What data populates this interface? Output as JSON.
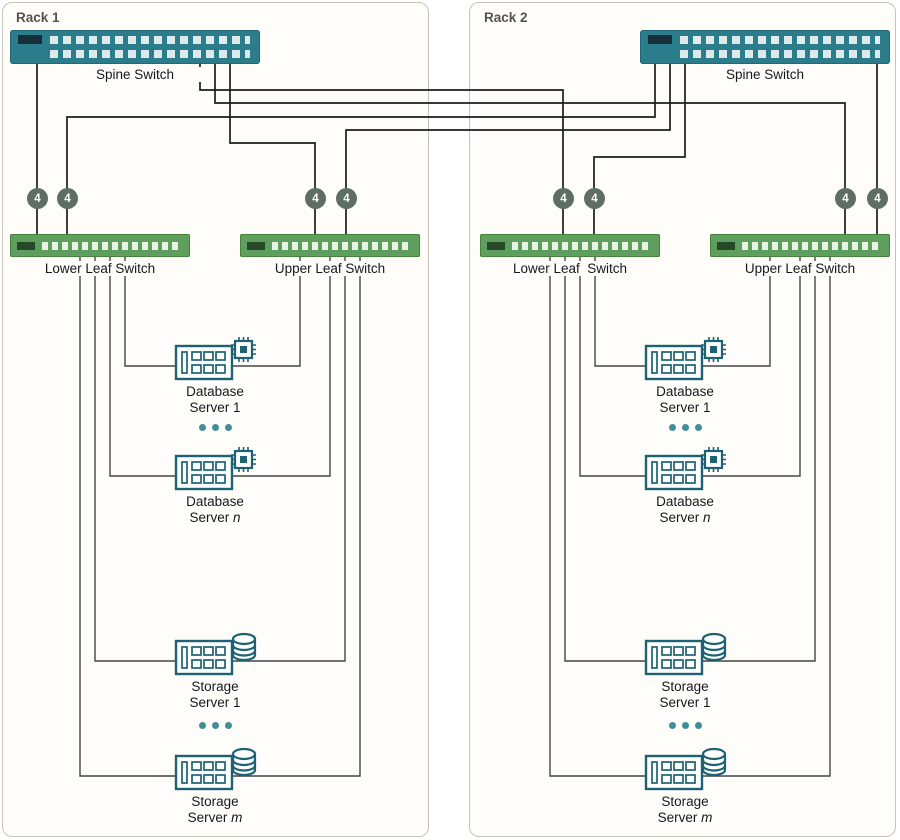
{
  "diagram": {
    "racks": [
      {
        "label": "Rack 1",
        "spine": {
          "label": "Spine Switch"
        },
        "lower_leaf": {
          "label": "Lower Leaf Switch"
        },
        "upper_leaf": {
          "label": "Upper Leaf Switch"
        },
        "servers": [
          {
            "line1": "Database",
            "line2": "Server",
            "index": "1"
          },
          {
            "line1": "Database",
            "line2": "Server",
            "index": "n"
          },
          {
            "line1": "Storage",
            "line2": "Server",
            "index": "1"
          },
          {
            "line1": "Storage",
            "line2": "Server",
            "index": "m"
          }
        ]
      },
      {
        "label": "Rack 2",
        "spine": {
          "label": "Spine Switch"
        },
        "lower_leaf": {
          "label": "Lower Leaf  Switch"
        },
        "upper_leaf": {
          "label": "Upper Leaf Switch"
        },
        "servers": [
          {
            "line1": "Database",
            "line2": "Server",
            "index": "1"
          },
          {
            "line1": "Database",
            "line2": "Server",
            "index": "n"
          },
          {
            "line1": "Storage",
            "line2": "Server",
            "index": "1"
          },
          {
            "line1": "Storage",
            "line2": "Server",
            "index": "m"
          }
        ]
      }
    ],
    "link_badges": [
      {
        "value": "4"
      },
      {
        "value": "4"
      },
      {
        "value": "4"
      },
      {
        "value": "4"
      },
      {
        "value": "4"
      },
      {
        "value": "4"
      },
      {
        "value": "4"
      },
      {
        "value": "4"
      }
    ],
    "colors": {
      "spine_fill": "#2c7d8c",
      "leaf_fill": "#5f9f5d",
      "badge_fill": "#5e6e62",
      "server_outline": "#1d6273",
      "wire": "#1c1c1c"
    }
  }
}
